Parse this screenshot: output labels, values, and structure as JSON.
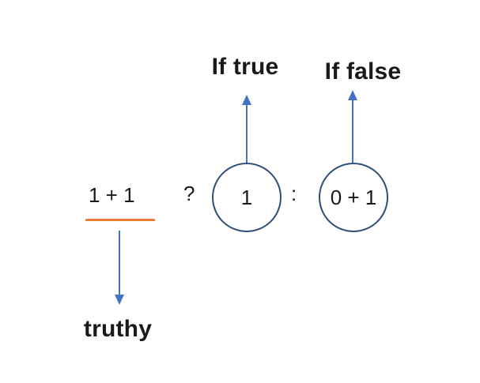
{
  "diagram": {
    "title_hint": "ternary operator explanation",
    "labels": {
      "if_true": "If true",
      "if_false": "If false",
      "truthy": "truthy"
    },
    "expression": {
      "condition": "1 + 1",
      "question_mark": "?",
      "true_value": "1",
      "colon": ":",
      "false_value": "0 + 1"
    },
    "colors": {
      "arrow_blue": "#4472C4",
      "circle_stroke": "#2F4E79",
      "underline_orange": "#ED7D31",
      "text": "#1a1a1a",
      "background": "#ffffff"
    }
  }
}
